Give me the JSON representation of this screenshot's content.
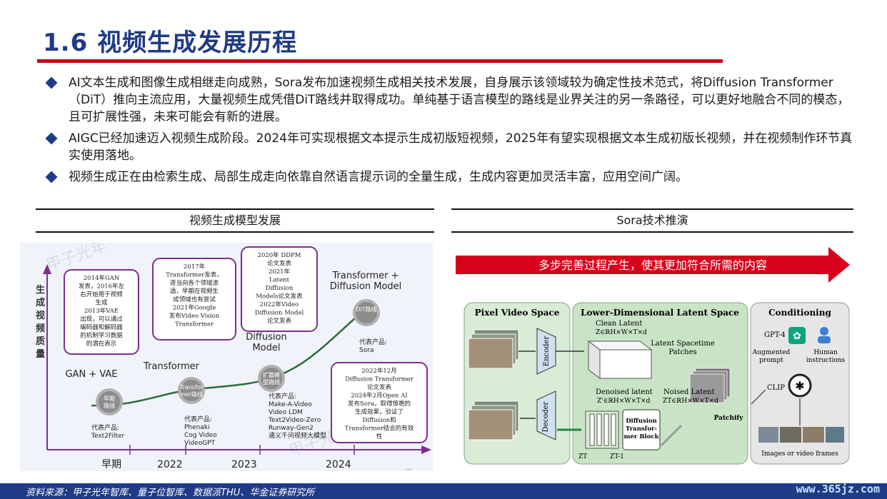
{
  "slide": {
    "title": "1.6 视频生成发展历程",
    "bullets": [
      "AI文本生成和图像生成相继走向成熟，Sora发布加速视频生成相关技术发展，自身展示该领域较为确定性技术范式，将Diffusion Transformer（DiT）推向主流应用，大量视频生成凭借DiT路线并取得成功。单纯基于语言模型的路线是业界关注的另一条路径，可以更好地融合不同的模态，且可扩展性强，未来可能会有新的进展。",
      "AIGC已经加速迈入视频生成阶段。2024年可实现根据文本提示生成初版短视频，2025年有望实现根据文本生成初版长视频，并在视频制作环节真实使用落地。",
      "视频生成正在由检索生成、局部生成走向依靠自然语言提示词的全量生成，生成内容更加灵活丰富，应用空间广阔。"
    ],
    "left_panel_title": "视频生成模型发展",
    "right_panel_title": "Sora技术推演",
    "source": "资料来源：甲子光年智库、量子位智库、数据派THU、华金证券研究所",
    "watermark_url": "www.365jz.com"
  },
  "left_figure": {
    "watermark": "甲子光年",
    "y_axis_label": "生成视频质量",
    "x_ticks": [
      "早期",
      "2022",
      "2023",
      "2024"
    ],
    "stages": [
      {
        "name": "GAN + VAE",
        "node": "早期\n路线",
        "products": [
          "代表产品:",
          "Text2Filter"
        ]
      },
      {
        "name": "Transformer",
        "node": "Transfor\nmer路线",
        "products": [
          "代表产品:",
          "Phenaki",
          "Cog Video",
          "VideoGPT"
        ]
      },
      {
        "name": "Diffusion\nModel",
        "node": "扩散模\n型路线",
        "products": [
          "代表产品:",
          "Make-A-Video",
          "Video LDM",
          "Text2Video-Zero",
          "Runway-Gen2",
          "通义千问视频大模型"
        ]
      },
      {
        "name": "Transformer +\nDiffusion Model",
        "node": "DiT路线",
        "products": [
          "代表产品:",
          "Sora"
        ]
      }
    ],
    "notes": [
      [
        "2014年GAN",
        "发表，2016年左",
        "右开始用于视频",
        "生成",
        "2013年VAE",
        "出现，可以通过",
        "编码器和解码器",
        "的机制学习数据",
        "的潜在表示"
      ],
      [
        "2017年",
        "Transformer发表，",
        "逐当向各个领域渗",
        "透，早期在视频生",
        "成领域也有尝试",
        "2021年Google",
        "发布Video Vision",
        "Transformer"
      ],
      [
        "2020年 DDPM",
        "论文发表",
        "2021年",
        "Latent",
        "Diffusion",
        "Models论文发表",
        "2022年Video",
        "Diffusion Model",
        "论文发表"
      ],
      [
        "2022年12月",
        "Diffusion Transformer",
        "论文发表",
        "2024年2月Open AI",
        "发布Sora，取得惊艳的",
        "生成效果，验证了",
        "Diffusion和",
        "Transformer结合的有效",
        "性"
      ]
    ]
  },
  "right_figure": {
    "banner": "多步完善过程产生，使其更加符合所需的内容",
    "pixel_space": "Pixel Video Space",
    "latent_space": "Lower-Dimensional Latent Space",
    "conditioning": "Conditioning",
    "encoder": "Encoder",
    "decoder": "Decoder",
    "clean_latent": "Clean Latent",
    "clean_latent_math": "Z∈ℝH×W×T×d",
    "spacetime_patches": "Latent Spacetime\nPatches",
    "patchify": "Patchify",
    "denoised_latent": "Denoised latent",
    "denoised_math": "Z'∈ℝH×W×T×d",
    "noised_latent": "Noised Latent",
    "noised_math": "ZT∈ℝH×W×T×d",
    "dit_block": "Diffusion\nTransfor-\nmer Block",
    "zt": "ZT",
    "zt1": "ZT-1",
    "gpt4": "GPT-4",
    "augmented_prompt": "Augmented\nprompt",
    "human_instructions": "Human\ninstructions",
    "clip": "CLIP",
    "images_frames": "Images or video frames"
  },
  "colors": {
    "title_blue": "#1f3b86",
    "accent_red": "#c0001a",
    "purple_box": "#7b2f8f",
    "curve_green": "#2e6b3a",
    "pixel_green": "#d9ecd6",
    "latent_green": "#c9e3c6",
    "cond_grey": "#e6e6e6"
  }
}
